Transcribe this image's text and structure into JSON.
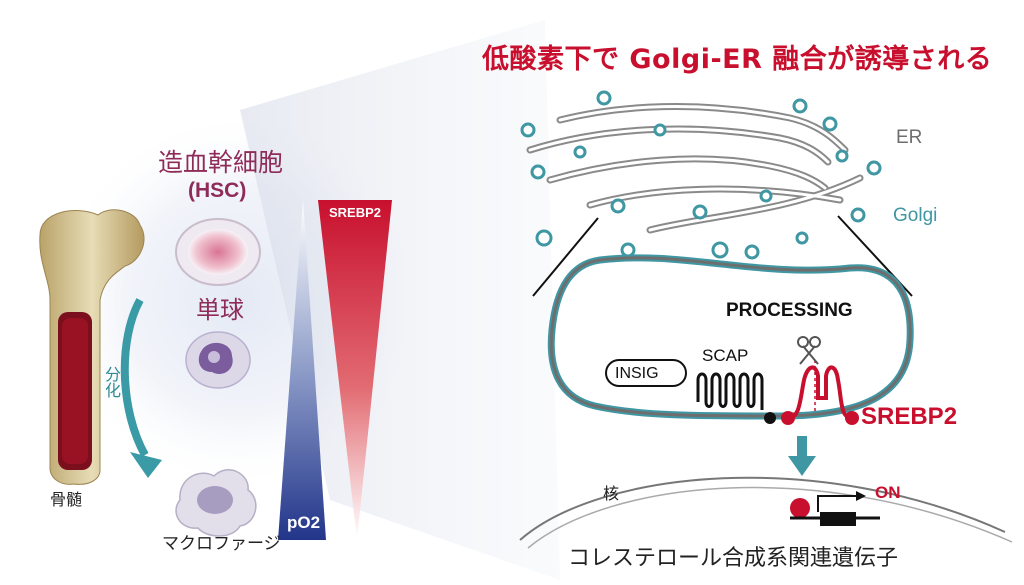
{
  "title": "低酸素下で Golgi-ER 融合が誘導される",
  "left_panel": {
    "hsc_label_jp": "造血幹細胞",
    "hsc_label_en": "(HSC)",
    "monocyte_label": "単球",
    "differentiation_label": "分化",
    "bone_marrow_label": "骨髄",
    "macrophage_label": "マクロファージ"
  },
  "gradients": {
    "srebp2_label": "SREBP2",
    "po2_label": "pO2"
  },
  "right_panel": {
    "er_label": "ER",
    "golgi_label": "Golgi",
    "processing_label": "PROCESSING",
    "insig_label": "INSIG",
    "scap_label": "SCAP",
    "srebp2_label": "SREBP2",
    "nucleus_label": "核",
    "on_label": "ON",
    "genes_label": "コレステロール合成系関連遺伝子"
  },
  "colors": {
    "title_red": "#c8102e",
    "label_purple": "#8e2b59",
    "teal": "#3f97a3",
    "er_gray": "#6e6e6e",
    "po2_blue": "#2b3f8f"
  }
}
